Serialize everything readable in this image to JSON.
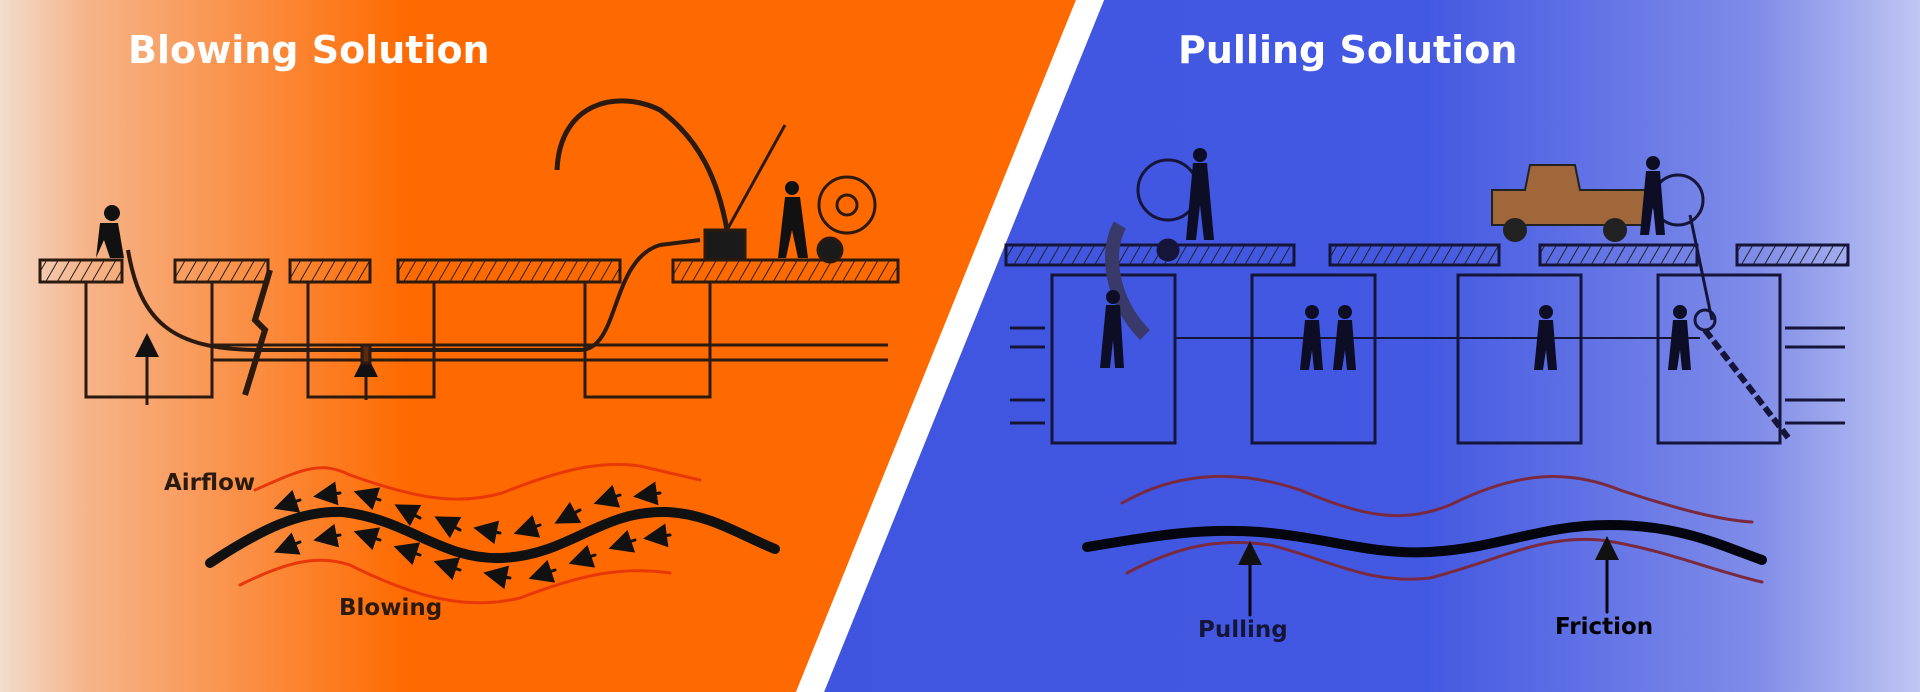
{
  "blowing": {
    "title": "Blowing Solution",
    "labels": {
      "airflow": "Airflow",
      "blowing": "Blowing"
    },
    "colors": {
      "background": "#ff6a00",
      "fade": "#f2dccd",
      "duct": "#e8380a",
      "ink": "#1a1a1a"
    }
  },
  "pulling": {
    "title": "Pulling Solution",
    "labels": {
      "pulling": "Pulling",
      "friction": "Friction"
    },
    "colors": {
      "background": "#3f55e0",
      "fade": "#c0c6f2",
      "duct": "#7a2a40",
      "ink": "#111133",
      "truck": "#a0683a"
    }
  },
  "divider_color": "#ffffff"
}
